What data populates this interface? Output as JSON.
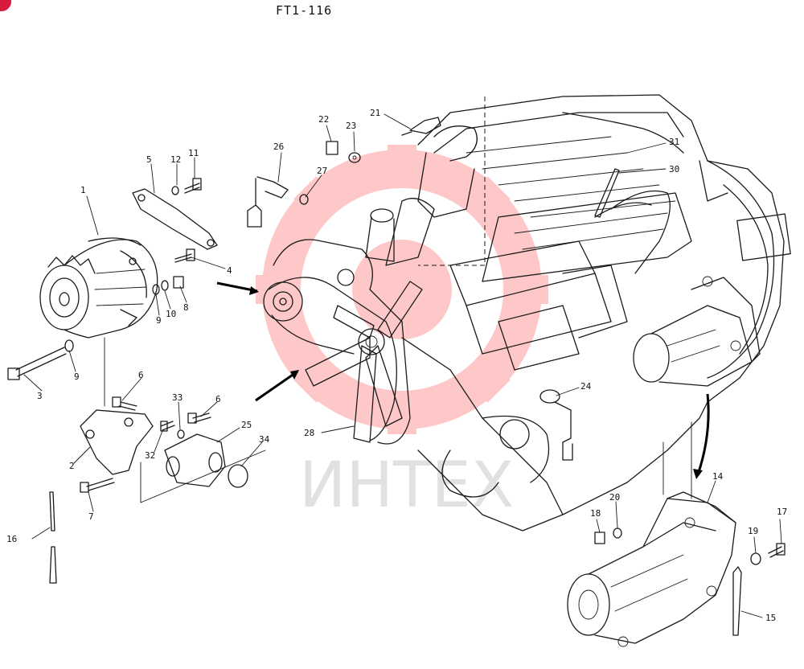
{
  "header": {
    "code": "FT1-116"
  },
  "watermark": {
    "text": "ИНТЕХ",
    "color": "#ff3c3c"
  },
  "callouts": [
    "1",
    "2",
    "3",
    "4",
    "5",
    "6",
    "6",
    "7",
    "8",
    "9",
    "9",
    "10",
    "11",
    "12",
    "14",
    "15",
    "16",
    "17",
    "18",
    "19",
    "20",
    "21",
    "22",
    "23",
    "24",
    "25",
    "26",
    "27",
    "28",
    "30",
    "31",
    "32",
    "33",
    "34"
  ]
}
